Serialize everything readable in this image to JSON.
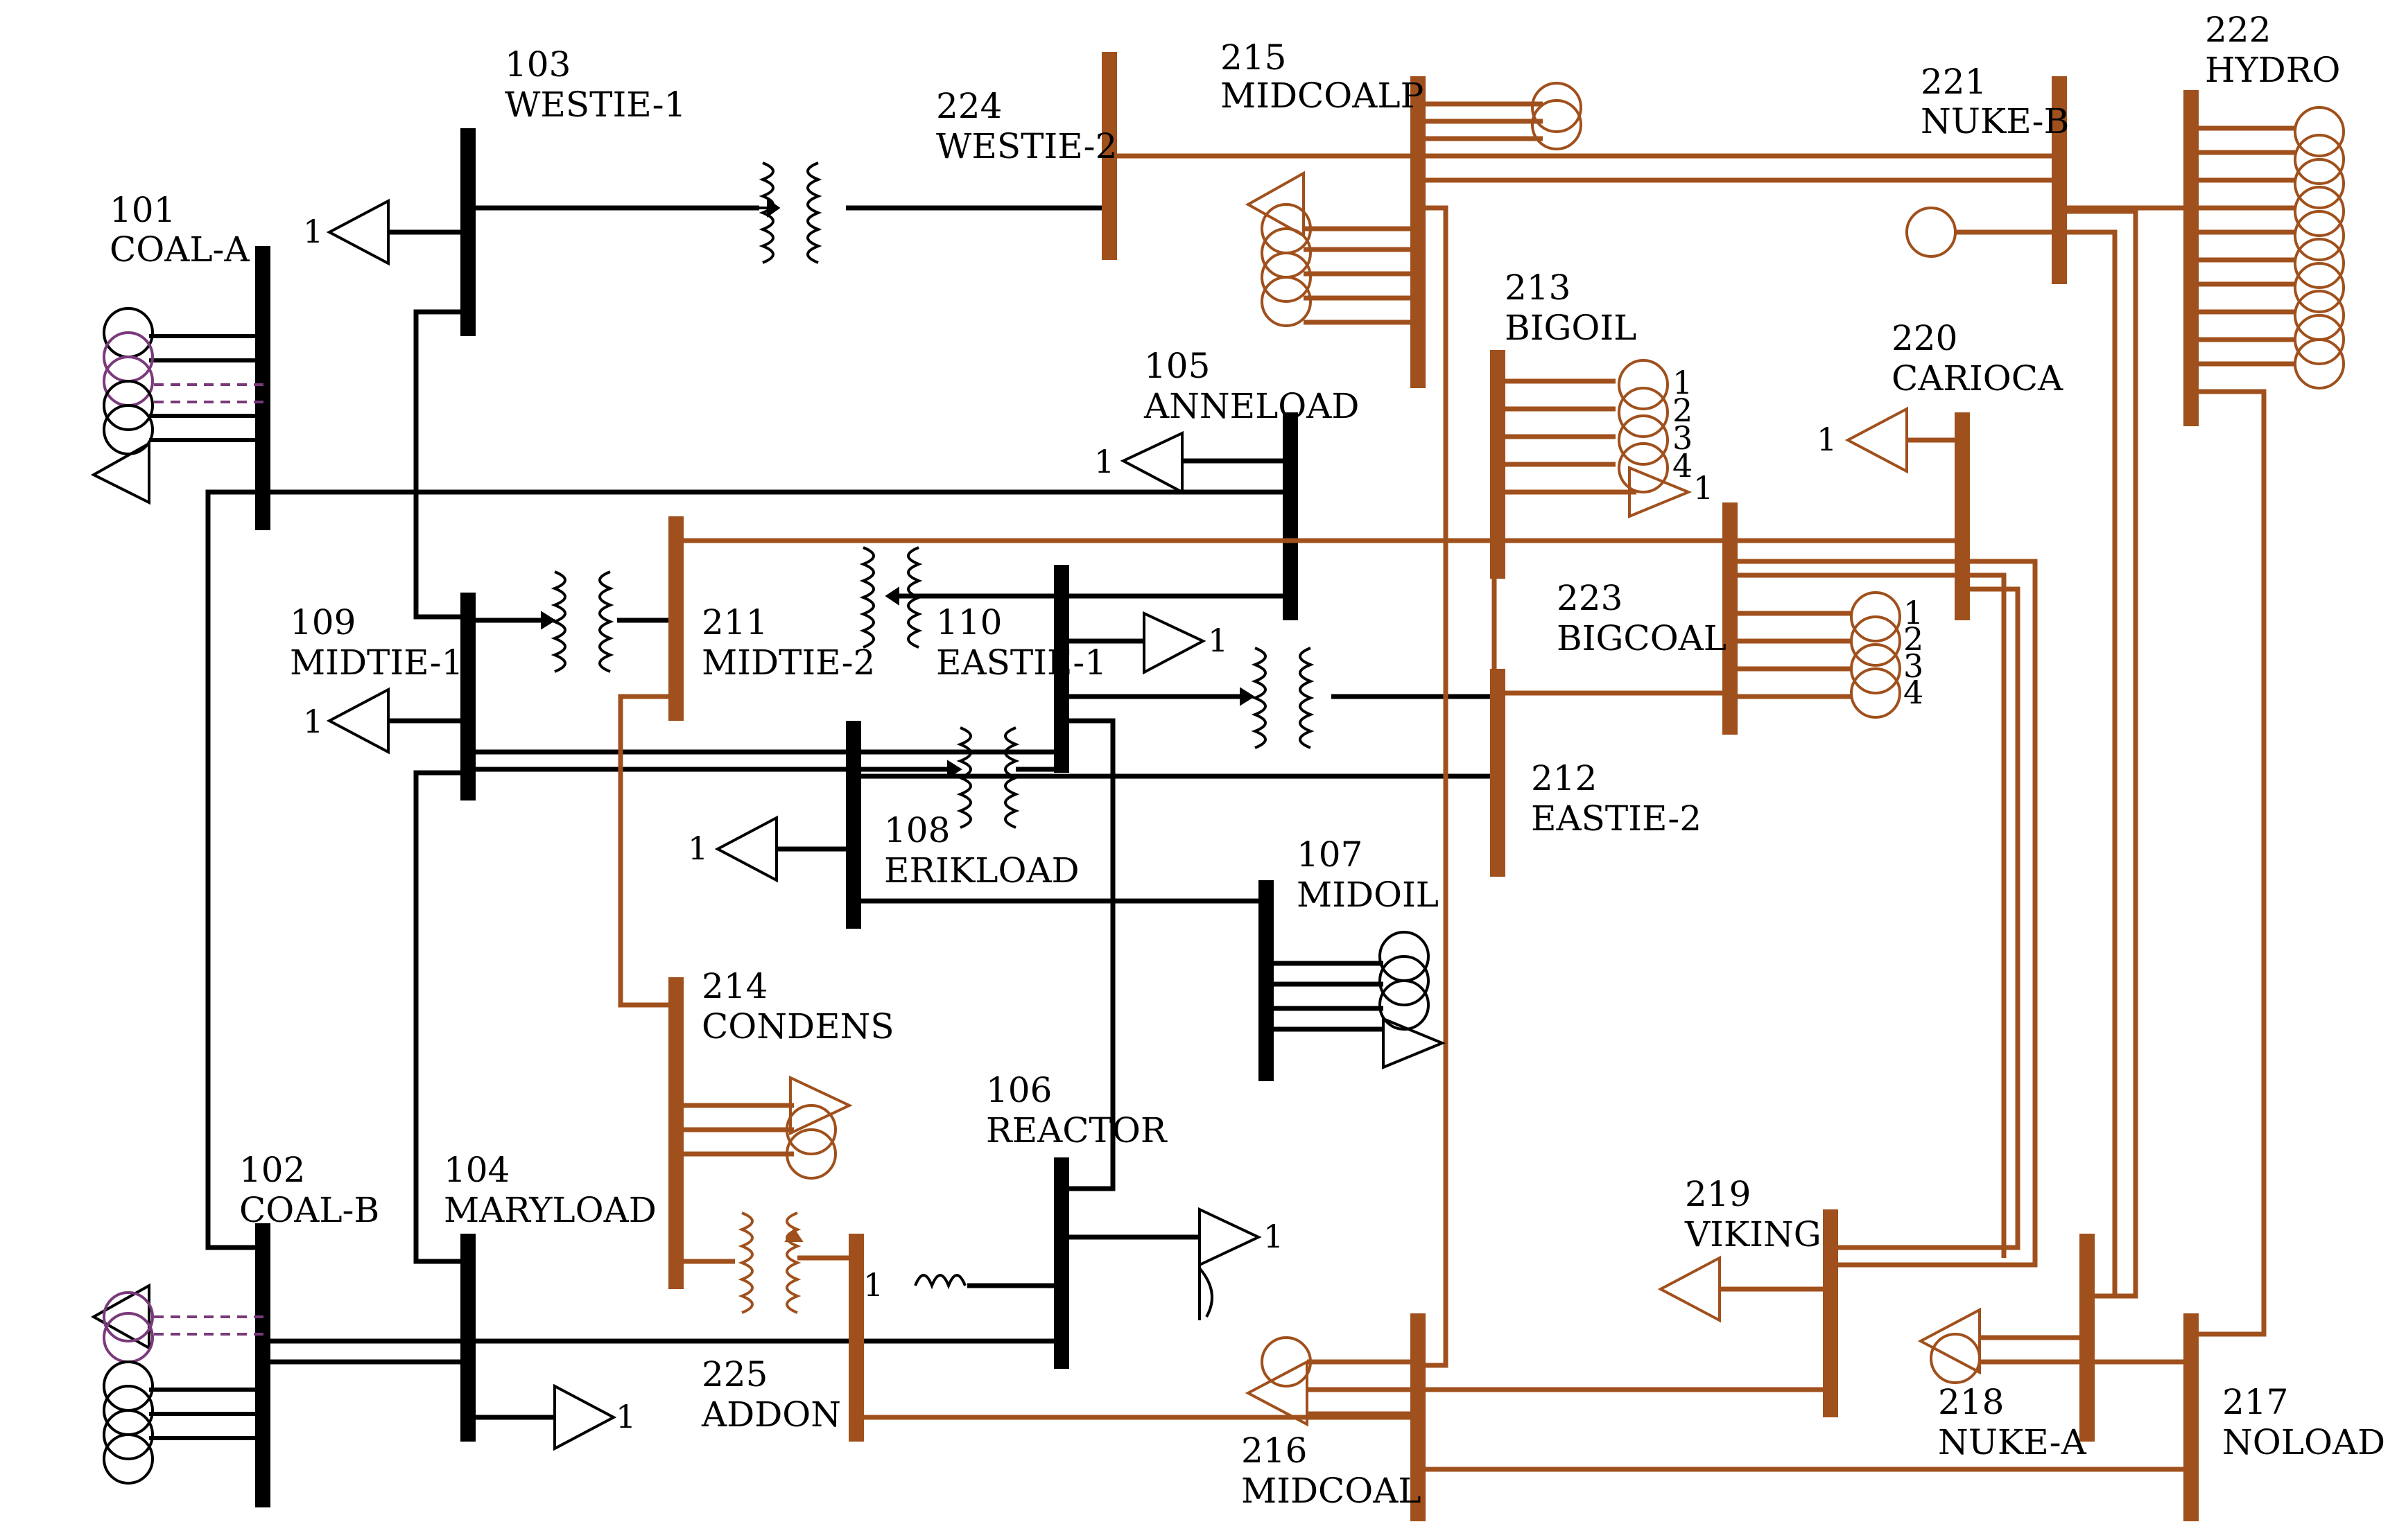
{
  "colors": {
    "area1": "#000000",
    "area2": "#a0501c",
    "dashed": "#7a3a7a",
    "background": "#ffffff"
  },
  "buses": {
    "b101": {
      "number": "101",
      "name": "COAL-A"
    },
    "b102": {
      "number": "102",
      "name": "COAL-B"
    },
    "b103": {
      "number": "103",
      "name": "WESTIE-1"
    },
    "b104": {
      "number": "104",
      "name": "MARYLOAD"
    },
    "b105": {
      "number": "105",
      "name": "ANNELOAD"
    },
    "b106": {
      "number": "106",
      "name": "REACTOR"
    },
    "b107": {
      "number": "107",
      "name": "MIDOIL"
    },
    "b108": {
      "number": "108",
      "name": "ERIKLOAD"
    },
    "b109": {
      "number": "109",
      "name": "MIDTIE-1"
    },
    "b110": {
      "number": "110",
      "name": "EASTIE-1"
    },
    "b211": {
      "number": "211",
      "name": "MIDTIE-2"
    },
    "b212": {
      "number": "212",
      "name": "EASTIE-2"
    },
    "b213": {
      "number": "213",
      "name": "BIGOIL"
    },
    "b214": {
      "number": "214",
      "name": "CONDENS"
    },
    "b215": {
      "number": "215",
      "name": "MIDCOALP"
    },
    "b216": {
      "number": "216",
      "name": "MIDCOAL"
    },
    "b217": {
      "number": "217",
      "name": "NOLOAD"
    },
    "b218": {
      "number": "218",
      "name": "NUKE-A"
    },
    "b219": {
      "number": "219",
      "name": "VIKING"
    },
    "b220": {
      "number": "220",
      "name": "CARIOCA"
    },
    "b221": {
      "number": "221",
      "name": "NUKE-B"
    },
    "b222": {
      "number": "222",
      "name": "HYDRO"
    },
    "b223": {
      "number": "223",
      "name": "BIGCOAL"
    },
    "b224": {
      "number": "224",
      "name": "WESTIE-2"
    },
    "b225": {
      "number": "225",
      "name": "ADDON"
    }
  },
  "load_ids": {
    "l101": "1",
    "l105": "1",
    "l109": "1",
    "l110": "1",
    "l108": "1",
    "l104": "1",
    "l106": "1",
    "l220": "1",
    "l213": "1"
  },
  "unit_ids": {
    "g213": [
      "1",
      "2",
      "3",
      "4"
    ],
    "g223": [
      "1",
      "2",
      "3",
      "4"
    ],
    "reactor": "1"
  }
}
